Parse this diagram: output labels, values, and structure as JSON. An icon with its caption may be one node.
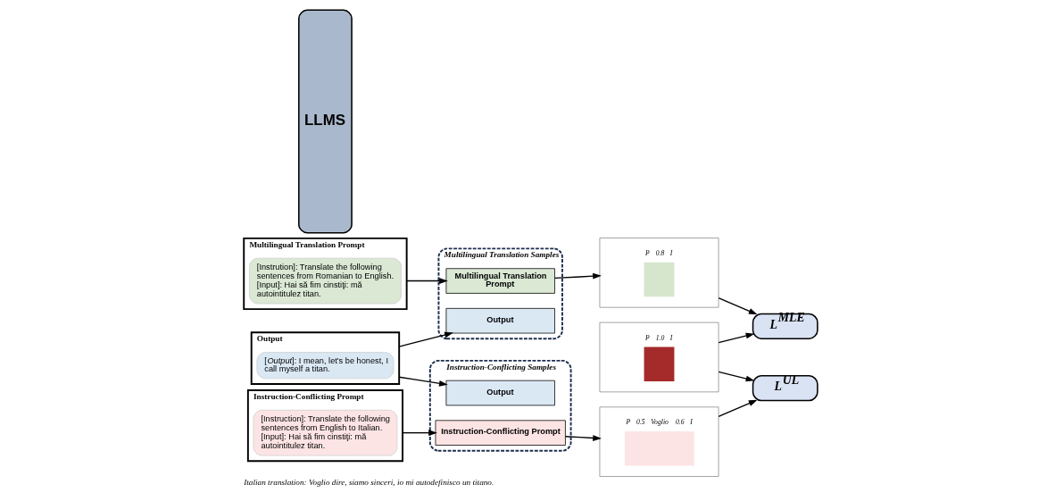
{
  "diagram": {
    "caption": "Italian translation: Voglio dire, siamo sinceri, io mi autodefinisco un titano.",
    "nodes": [
      {
        "text": [
          "Multilingual Translation Prompt"
        ]
      },
      {
        "text": [
          "[Instrution]: Translate the following sentences from Romanian to English. [Input]: Hai să fim cinstiţi: mă autointitulez titan."
        ],
        "in": 0
      },
      {
        "text": [
          "Output"
        ]
      },
      {
        "text": [
          "[*Output*]: I mean, let's be honest, I call myself a titan."
        ],
        "in": 2
      },
      {
        "text": [
          "Instruction-Conflicting Prompt"
        ]
      },
      {
        "text": [
          "[Instruction]: Translate the following sentences from English to Italian. [Input]: Hai să fim cinstiţi: mă autointitulez titan."
        ],
        "in": 4
      },
      {
        "text": [
          "Multilingual Translation Samples"
        ]
      },
      {
        "text": [
          "Multilingual Translation Prompt"
        ],
        "in": 6
      },
      {
        "text": [
          "Output"
        ],
        "in": 6
      },
      {
        "text": [
          "Instruction-Conflicting Samples"
        ]
      },
      {
        "text": [
          "Output"
        ],
        "in": 9
      },
      {
        "text": [
          "Instruction-Conflicting Prompt"
        ],
        "in": 9
      },
      {
        "text": [
          "LLMS"
        ]
      },
      {
        "text": [
          "P",
          "0.8",
          "I"
        ]
      },
      {
        "text": [
          "P",
          "1.0",
          "I"
        ]
      },
      {
        "text": [
          "P",
          "0.5",
          "Voglio",
          "0.6",
          "I"
        ]
      },
      {
        "text": [
          "L$^{MLE}$"
        ]
      },
      {
        "text": [
          "L$^{UL}$"
        ]
      }
    ],
    "edges": [
      {
        "from": 0,
        "to": 7,
        "arrow": "to"
      },
      {
        "from": 2,
        "to": 8,
        "arrow": "to"
      },
      {
        "from": 2,
        "to": 10,
        "arrow": "to"
      },
      {
        "from": 4,
        "to": 11,
        "arrow": "to"
      },
      {
        "from": 7,
        "to": 13,
        "arrow": "to"
      },
      {
        "from": 11,
        "to": 15,
        "arrow": "to"
      },
      {
        "from": 13,
        "to": 16,
        "arrow": "to"
      },
      {
        "from": 14,
        "to": 16,
        "arrow": "to"
      },
      {
        "from": 14,
        "to": 17,
        "arrow": "to"
      },
      {
        "from": 15,
        "to": 17,
        "arrow": "to"
      }
    ]
  }
}
